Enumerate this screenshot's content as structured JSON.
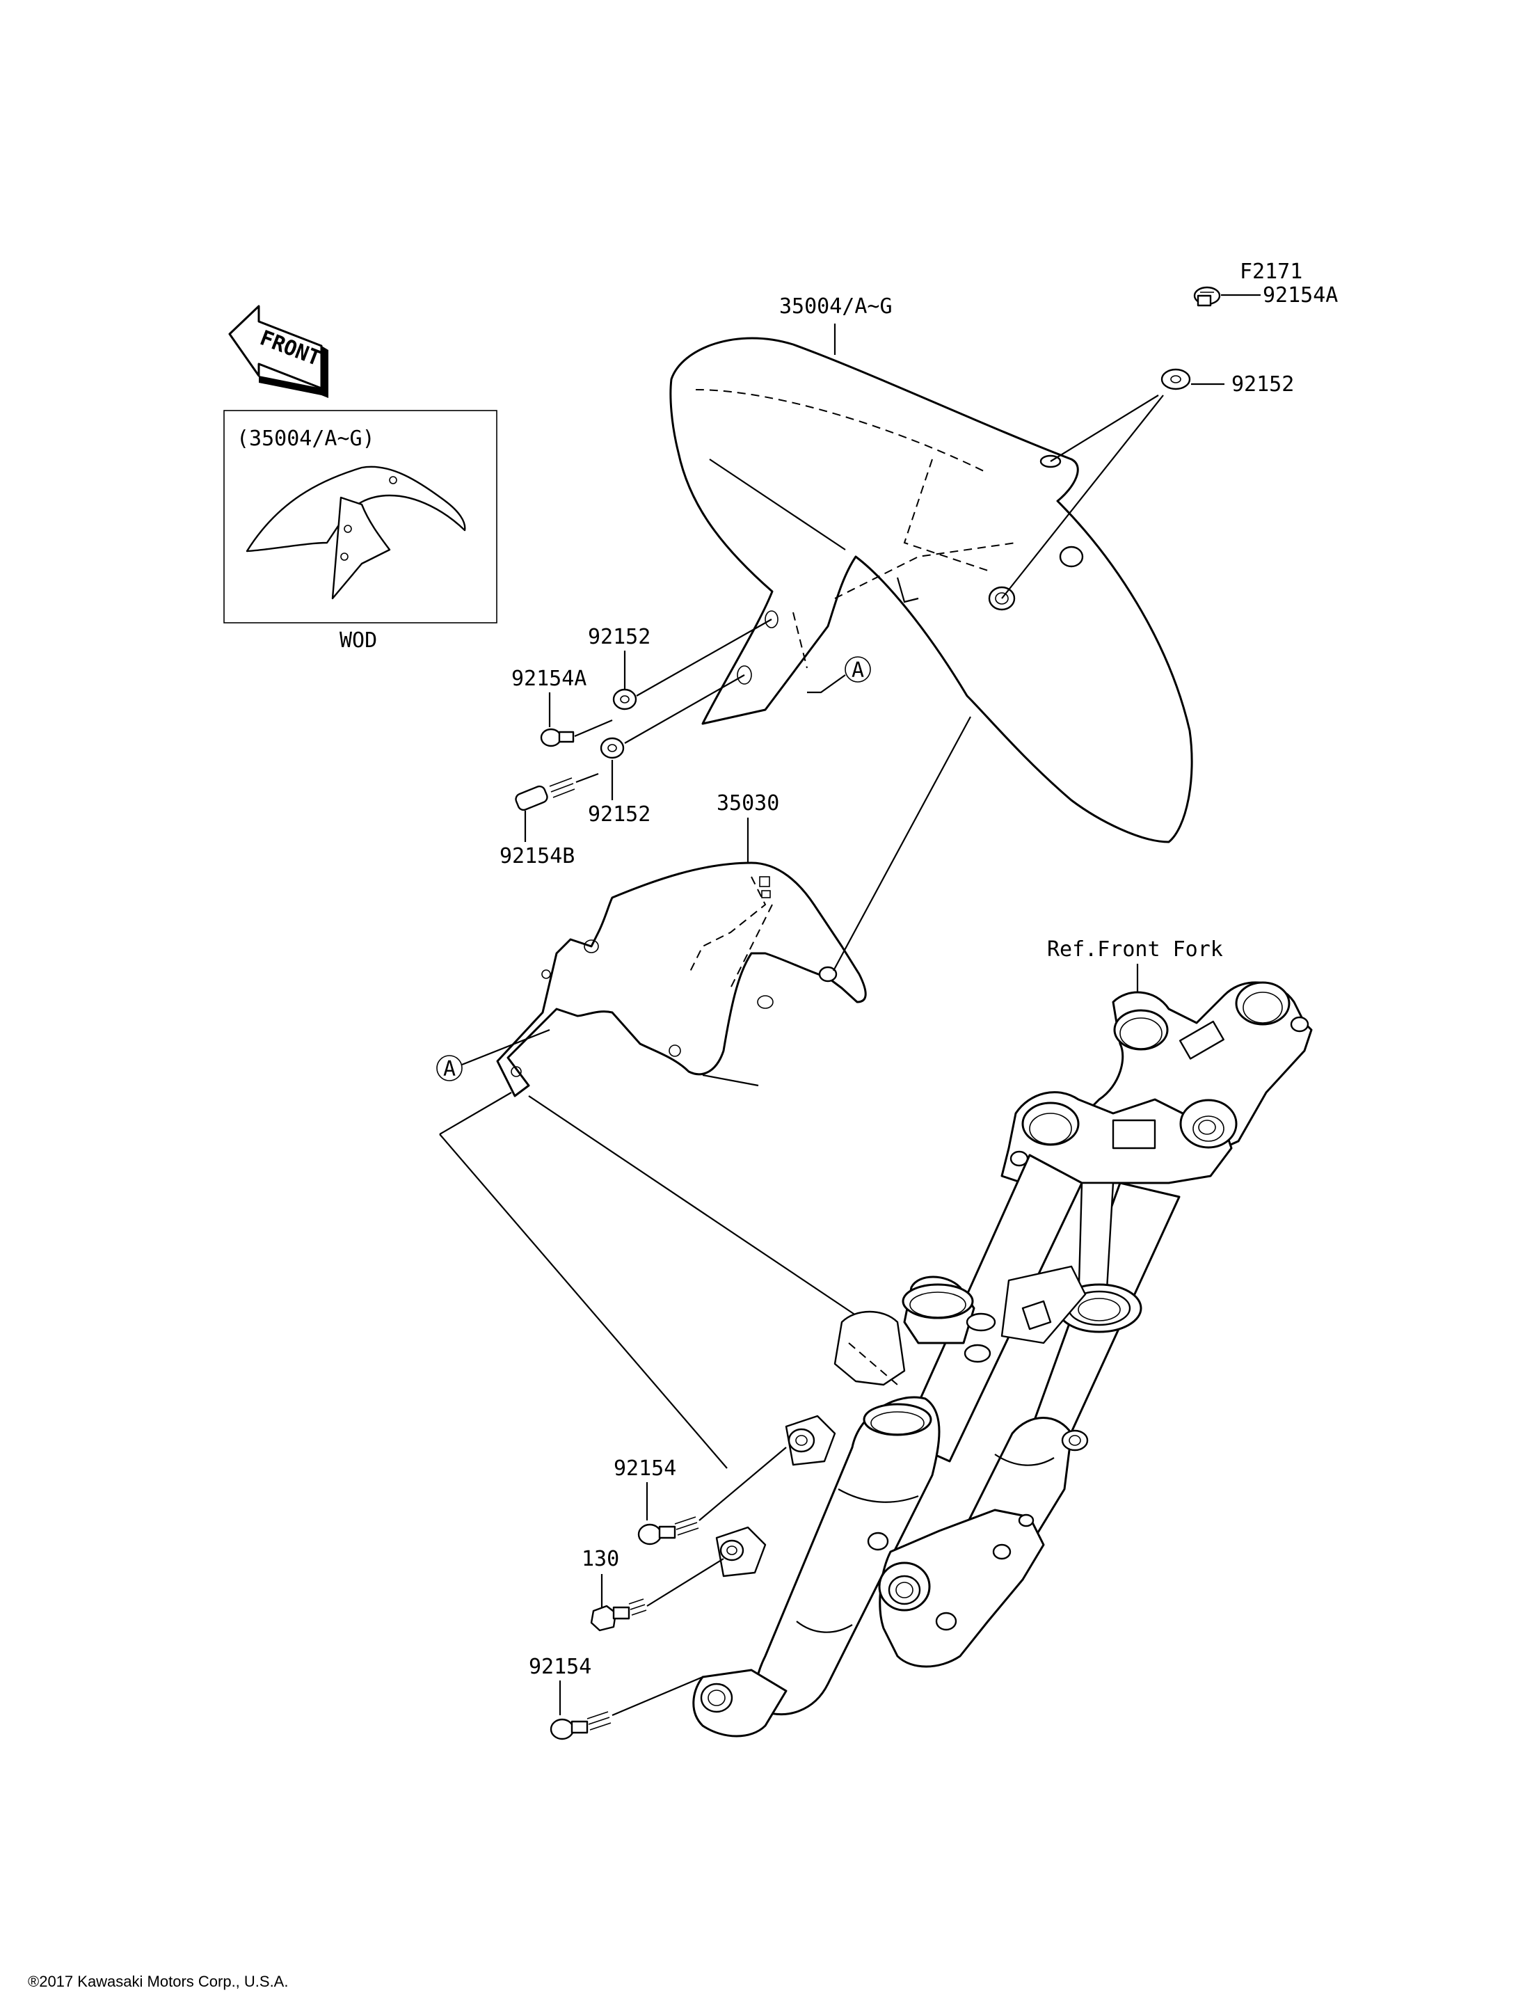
{
  "figure_id": "F2171",
  "front_marker": "FRONT",
  "inset": {
    "title": "(35004/A~G)",
    "caption": "WOD"
  },
  "callouts": {
    "fender": "35004/A~G",
    "bolt_top_right": "92154A",
    "washer_top_right": "92152",
    "washer_left_upper": "92152",
    "bolt_left": "92154A",
    "washer_left_lower": "92152",
    "collar_left": "92154B",
    "inner_fender": "35030",
    "ref_fork": "Ref.Front Fork",
    "bolt_lower_1": "92154",
    "bolt_130": "130",
    "bolt_lower_2": "92154",
    "ref_a_upper": "A",
    "ref_a_lower": "A"
  },
  "copyright": "®2017 Kawasaki Motors Corp., U.S.A."
}
